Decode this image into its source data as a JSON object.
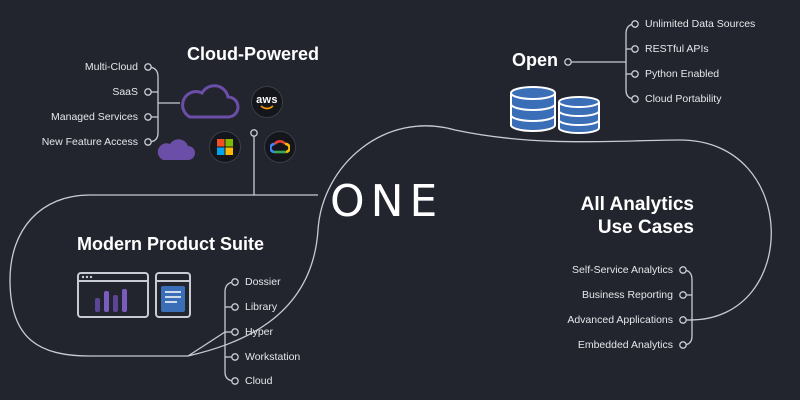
{
  "cloud": {
    "title": "Cloud-Powered",
    "items": [
      "Multi-Cloud",
      "SaaS",
      "Managed Services",
      "New Feature Access"
    ],
    "aws_label": "aws"
  },
  "open": {
    "title": "Open",
    "items": [
      "Unlimited Data Sources",
      "RESTful APIs",
      "Python Enabled",
      "Cloud Portability"
    ]
  },
  "logo": {
    "text": "ONE"
  },
  "analytics": {
    "title_line1": "All Analytics",
    "title_line2": "Use Cases",
    "items": [
      "Self-Service Analytics",
      "Business Reporting",
      "Advanced Applications",
      "Embedded Analytics"
    ]
  },
  "suite": {
    "title": "Modern Product Suite",
    "items": [
      "Dossier",
      "Library",
      "Hyper",
      "Workstation",
      "Cloud"
    ]
  },
  "colors": {
    "background": "#22252e",
    "line": "#c9cbd2",
    "purple": "#6a4ea8",
    "database_blue": "#3a6fb8",
    "microsoft": [
      "#f25022",
      "#7fba00",
      "#00a4ef",
      "#ffb900"
    ],
    "google": [
      "#4285f4",
      "#ea4335",
      "#fbbc05",
      "#34a853"
    ]
  }
}
